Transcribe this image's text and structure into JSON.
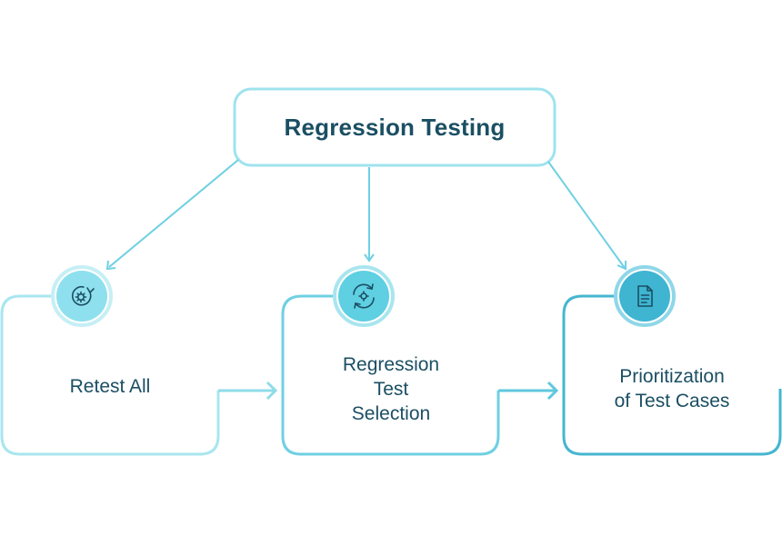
{
  "diagram": {
    "title": "Regression Testing",
    "steps": [
      {
        "lines": [
          "Retest All"
        ],
        "icon": "gear-refresh-icon",
        "color": "#8fe0ee"
      },
      {
        "lines": [
          "Regression",
          "Test",
          "Selection"
        ],
        "icon": "cycle-gear-icon",
        "color": "#5fcfe2"
      },
      {
        "lines": [
          "Prioritization",
          "of Test Cases"
        ],
        "icon": "document-icon",
        "color": "#3fb5d2"
      }
    ],
    "colors": {
      "stroke_light": "#9fe3ee",
      "stroke_mid": "#6fd0e2",
      "stroke_dark": "#45b6d0",
      "text": "#1b4f63"
    }
  }
}
